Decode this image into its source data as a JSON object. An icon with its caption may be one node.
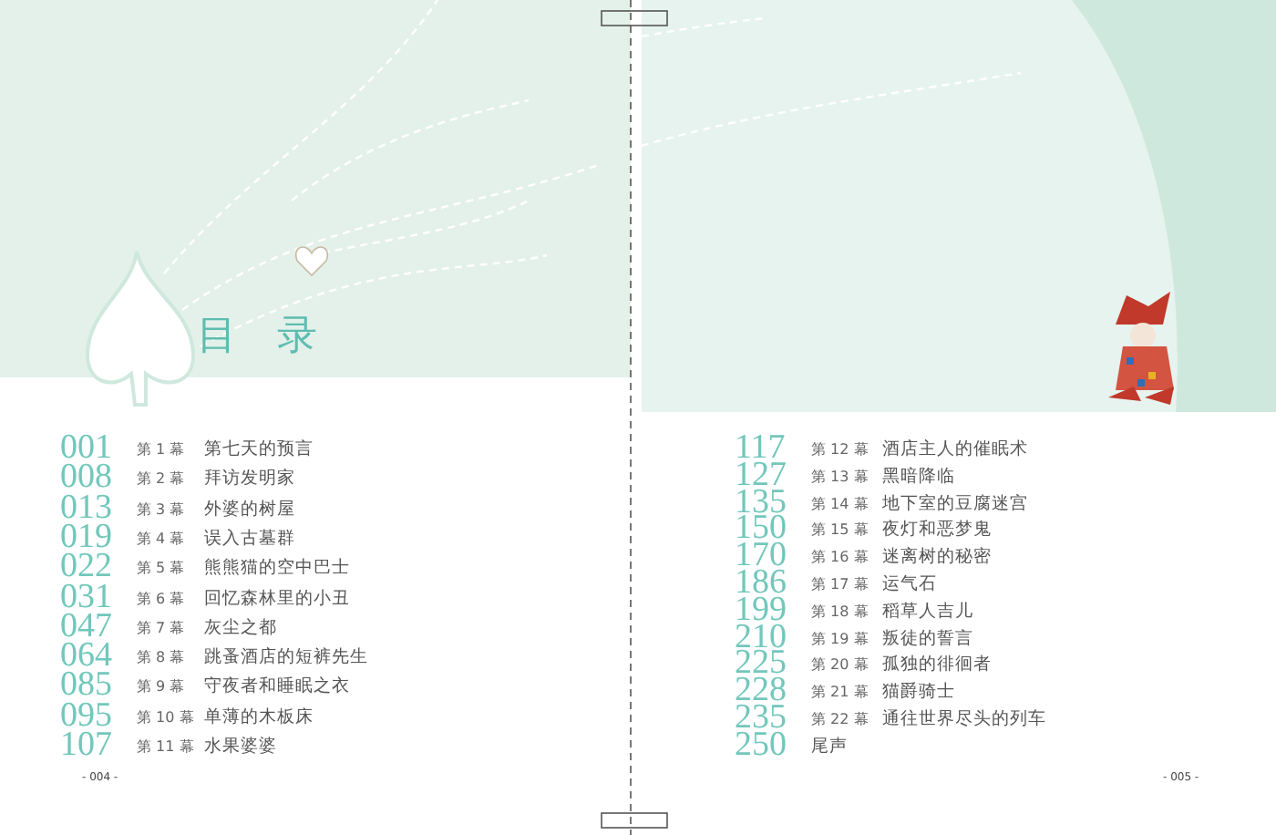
{
  "diagram": {
    "title": "目录",
    "labels": [
      "001",
      "第 1 幕",
      "第七天的预言",
      "008",
      "第 2 幕",
      "拜访发明家",
      "013",
      "第 3 幕",
      "外婆的树屋",
      "019",
      "第 4 幕",
      "误入古墓群",
      "022",
      "第 5 幕",
      "熊熊猫的空中巴士",
      "031",
      "第 6 幕",
      "回忆森林里的小丑",
      "047",
      "第 7 幕",
      "灰尘之都",
      "064",
      "第 8 幕",
      "跳蚤酒店的短裤先生",
      "085",
      "第 9 幕",
      "守夜者和睡眠之衣",
      "095",
      "第 10 幕",
      "单薄的木板床",
      "107",
      "第 11 幕",
      "水果婆婆",
      "117",
      "第 12 幕",
      "酒店主人的催眠术",
      "127",
      "第 13 幕",
      "黑暗降临",
      "135",
      "第 14 幕",
      "地下室的豆腐迷宫",
      "150",
      "第 15 幕",
      "夜灯和恶梦鬼",
      "170",
      "第 16 幕",
      "迷离树的秘密",
      "186",
      "第 17 幕",
      "运气石",
      "199",
      "第 18 幕",
      "稻草人吉儿",
      "210",
      "第 19 幕",
      "叛徒的誓言",
      "225",
      "第 20 幕",
      "孤独的徘徊者",
      "228",
      "第 21 幕",
      "猫爵骑士",
      "235",
      "第 22 幕",
      "通往世界尽头的列车",
      "250",
      "尾声",
      "- 004 -",
      "- 005 -"
    ]
  }
}
